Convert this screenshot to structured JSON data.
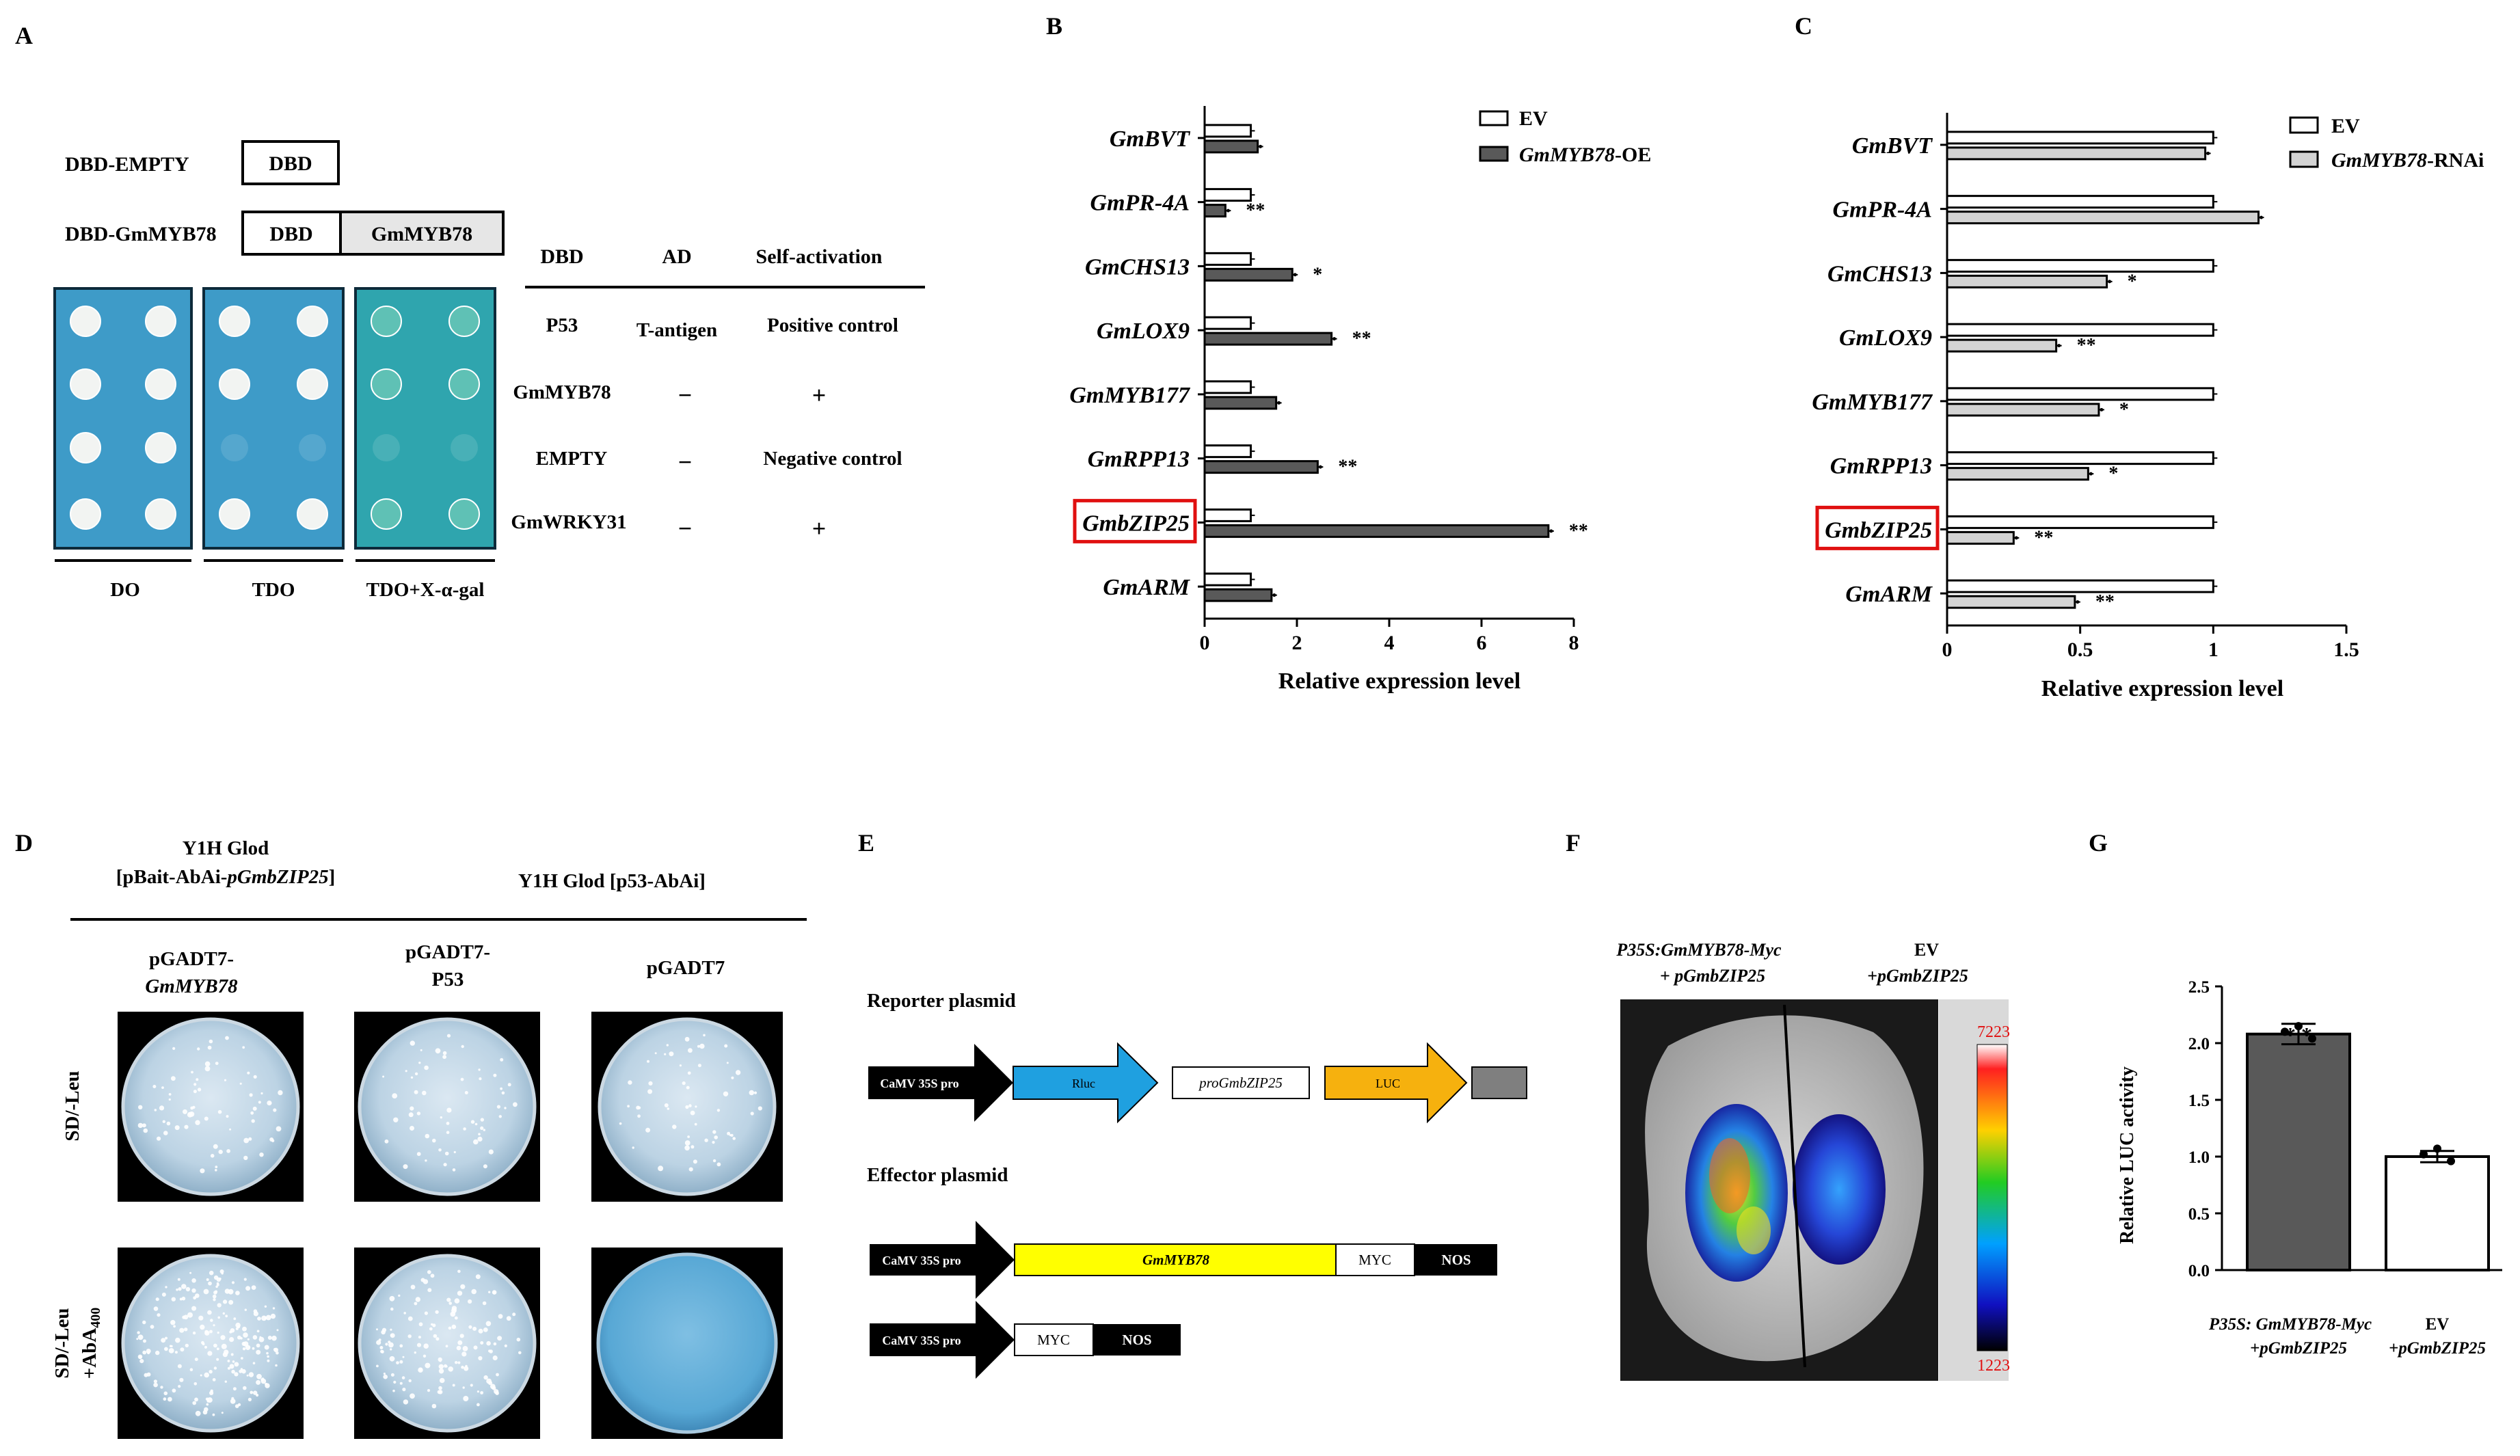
{
  "panels": {
    "A": {
      "letter": "A",
      "construct_empty_label": "DBD-EMPTY",
      "construct_myb_label": "DBD-GmMYB78",
      "dbd_box": "DBD",
      "gmmyb78_box": "GmMYB78",
      "table_headers": [
        "DBD",
        "AD",
        "Self-activation"
      ],
      "table_rows": [
        [
          "P53",
          "T-antigen",
          "Positive control"
        ],
        [
          "GmMYB78",
          "−",
          "+"
        ],
        [
          "EMPTY",
          "−",
          "Negative control"
        ],
        [
          "GmWRKY31",
          "−",
          "+"
        ]
      ],
      "plate_labels": [
        "DO",
        "TDO",
        "TDO+X-α-gal"
      ],
      "colors": {
        "plate_blue": "#3e9bc8",
        "plate_teal": "#2fa5ae",
        "colony": "#f2f4f2",
        "xgal_colony": "#5fc1b5"
      }
    },
    "B": {
      "letter": "B",
      "xlabel": "Relative expression level",
      "legend": [
        {
          "name": "EV",
          "suffix": "",
          "fill": "#ffffff"
        },
        {
          "name": "GmMYB78",
          "suffix": "-OE",
          "fill": "#595959"
        }
      ]
    },
    "C": {
      "letter": "C",
      "xlabel": "Relative expression level",
      "legend": [
        {
          "name": "EV",
          "suffix": "",
          "fill": "#ffffff"
        },
        {
          "name": "GmMYB78",
          "suffix": "-RNAi",
          "fill": "#d3d3d3"
        }
      ]
    },
    "D": {
      "letter": "D",
      "group1_line1": "Y1H Glod",
      "group1_line2_prefix": "[pBait-AbAi-",
      "group1_line2_italic": "pGmbZIP25",
      "group1_line2_suffix": "]",
      "group2": "Y1H Glod [p53-AbAi]",
      "col1_line1": "pGADT7-",
      "col1_line2": "GmMYB78",
      "col2_line1": "pGADT7-",
      "col2_line2": "P53",
      "col3": "pGADT7",
      "row1": "SD/-Leu",
      "row2_line1": "SD/-Leu",
      "row2_line2": "+AbA",
      "row2_sub": "400"
    },
    "E": {
      "letter": "E",
      "reporter_title": "Reporter plasmid",
      "effector_title": "Effector plasmid",
      "camv": "CaMV 35S pro",
      "rluc": "Rluc",
      "pro": "proGmbZIP25",
      "luc": "LUC",
      "gmmyb78": "GmMYB78",
      "myc": "MYC",
      "nos": "NOS",
      "colors": {
        "rluc": "#1fa0e0",
        "luc": "#f6b10e",
        "gene": "#ffff00",
        "term": "#7f7f7f"
      }
    },
    "F": {
      "letter": "F",
      "left_line1": "P35S:GmMYB78-Myc",
      "left_line2": "+ pGmbZIP25",
      "right_line1": "EV",
      "right_line2": "+pGmbZIP25",
      "scale_max": "7223",
      "scale_min": "1223"
    },
    "G": {
      "letter": "G",
      "sig": "* *",
      "cat1_line1": "P35S: GmMYB78-Myc",
      "cat1_line2": "+pGmbZIP25",
      "cat2_line1": "EV",
      "cat2_line2": "+pGmbZIP25"
    }
  },
  "chart_data": [
    {
      "panel": "B",
      "type": "bar",
      "orientation": "horizontal",
      "categories": [
        "GmBVT",
        "GmPR-4A",
        "GmCHS13",
        "GmLOX9",
        "GmMYB177",
        "GmRPP13",
        "GmbZIP25",
        "GmARM"
      ],
      "highlighted_category": "GmbZIP25",
      "series": [
        {
          "name": "EV",
          "values": [
            1,
            1,
            1,
            1,
            1,
            1,
            1,
            1
          ]
        },
        {
          "name": "GmMYB78-OE",
          "values": [
            1.15,
            0.45,
            1.9,
            2.75,
            1.55,
            2.45,
            7.45,
            1.45
          ]
        }
      ],
      "significance": [
        "",
        "**",
        "*",
        "**",
        "",
        "**",
        "**",
        ""
      ],
      "xlabel": "Relative expression level",
      "xlim": [
        0,
        8
      ],
      "xticks": [
        0,
        2,
        4,
        6,
        8
      ]
    },
    {
      "panel": "C",
      "type": "bar",
      "orientation": "horizontal",
      "categories": [
        "GmBVT",
        "GmPR-4A",
        "GmCHS13",
        "GmLOX9",
        "GmMYB177",
        "GmRPP13",
        "GmbZIP25",
        "GmARM"
      ],
      "highlighted_category": "GmbZIP25",
      "series": [
        {
          "name": "EV",
          "values": [
            1,
            1,
            1,
            1,
            1,
            1,
            1,
            1
          ]
        },
        {
          "name": "GmMYB78-RNAi",
          "values": [
            0.97,
            1.17,
            0.6,
            0.41,
            0.57,
            0.53,
            0.25,
            0.48
          ]
        }
      ],
      "significance": [
        "",
        "",
        "*",
        "**",
        "*",
        "*",
        "**",
        "**"
      ],
      "xlabel": "Relative expression level",
      "xlim": [
        0,
        1.5
      ],
      "xticks": [
        0,
        0.5,
        1,
        1.5
      ]
    },
    {
      "panel": "G",
      "type": "bar",
      "categories": [
        "P35S: GmMYB78-Myc +pGmbZIP25",
        "EV +pGmbZIP25"
      ],
      "values": [
        2.08,
        1.0
      ],
      "ylabel": "Relative LUC activity",
      "ylim": [
        0,
        2.5
      ],
      "yticks": [
        0.0,
        0.5,
        1.0,
        1.5,
        2.0,
        2.5
      ],
      "significance": [
        "* *",
        ""
      ],
      "fills": [
        "#595959",
        "#ffffff"
      ]
    }
  ]
}
